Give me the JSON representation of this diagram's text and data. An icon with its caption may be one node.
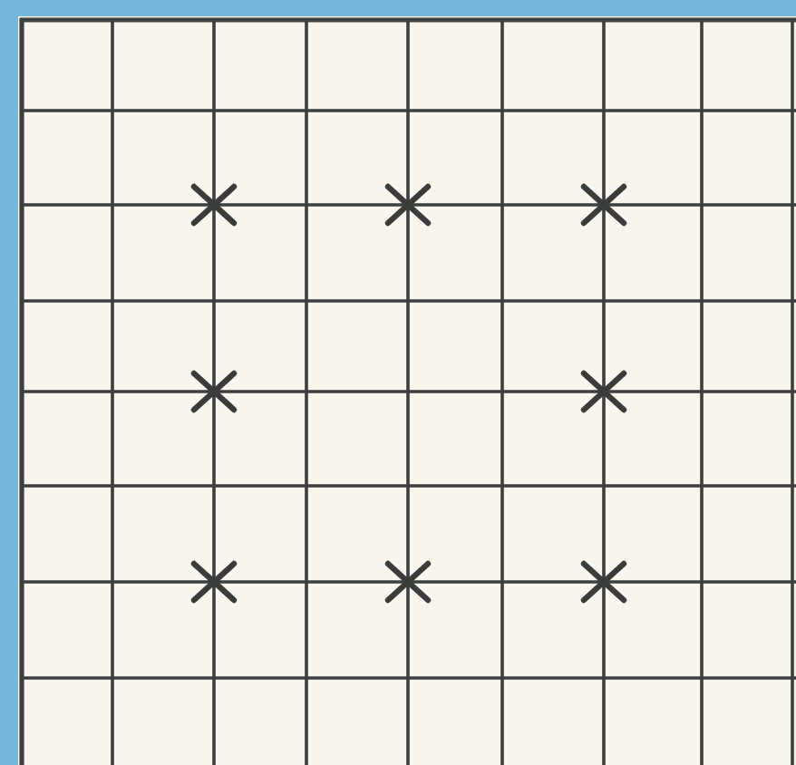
{
  "diagram": {
    "nodes": [
      {
        "text": [],
        "shape": "cross"
      },
      {
        "text": [],
        "shape": "cross"
      },
      {
        "text": [],
        "shape": "cross"
      },
      {
        "text": [],
        "shape": "cross"
      },
      {
        "text": [],
        "shape": "cross"
      },
      {
        "text": [],
        "shape": "cross"
      },
      {
        "text": [],
        "shape": "cross"
      },
      {
        "text": [],
        "shape": "cross"
      }
    ]
  }
}
